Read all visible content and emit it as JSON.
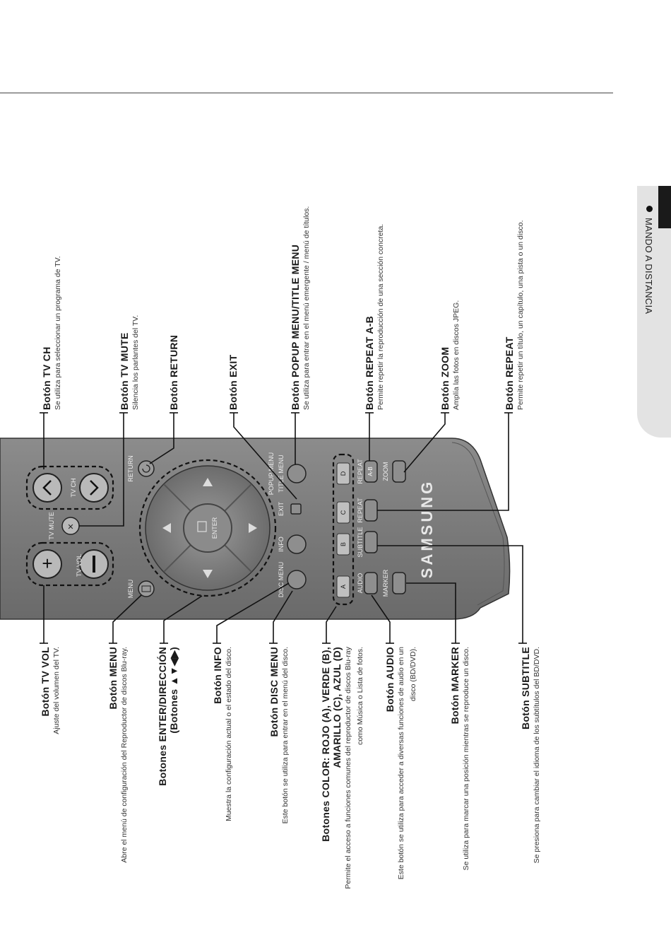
{
  "section": {
    "label": "MANDO A DISTANCIA"
  },
  "remote": {
    "brand": "SAMSUNG",
    "labels": {
      "tv_ch": "TV CH",
      "tv_vol": "TV VOL",
      "tv_mute": "TV MUTE",
      "menu": "MENU",
      "return": "RETURN",
      "enter": "ENTER",
      "info": "INFO",
      "exit": "EXIT",
      "disc_menu": "DISC MENU",
      "popup_menu": "POPUP MENU",
      "title_menu": "TITLE MENU",
      "a": "A",
      "b": "B",
      "c": "C",
      "d": "D",
      "audio": "AUDIO",
      "subtitle": "SUBTITLE",
      "repeat": "REPEAT",
      "repeat_ab": "REPEAT",
      "ab": "A-B",
      "zoom": "ZOOM",
      "marker": "MARKER"
    }
  },
  "callouts": {
    "tv_ch": {
      "title": "Botón TV CH",
      "desc": "Se utiliza para seleccionar un programa de TV."
    },
    "tv_mute": {
      "title": "Botón TV MUTE",
      "desc": "Silencia los parlantes del TV."
    },
    "return": {
      "title": "Botón RETURN",
      "desc": ""
    },
    "exit": {
      "title": "Botón EXIT",
      "desc": ""
    },
    "popup": {
      "title": "Botón POPUP MENU/TITLE MENU",
      "desc": "Se utiliza para entrar en el menú emergente / menú de títulos."
    },
    "repeat_ab": {
      "title": "Botón REPEAT A-B",
      "desc": "Permite repetir la reproducción de una sección concreta."
    },
    "zoom": {
      "title": "Botón ZOOM",
      "desc": "Amplía las fotos en discos JPEG."
    },
    "repeat": {
      "title": "Botón REPEAT",
      "desc": "Permite repetir un título, un capítulo, una pista o un disco."
    },
    "tv_vol": {
      "title": "Botón TV VOL",
      "desc": "Ajuste del volumen del TV."
    },
    "menu": {
      "title": "Botón MENU",
      "desc": "Abre el menú de configuración del Reproductor de discos Blu-ray."
    },
    "enter": {
      "title": "Botones ENTER/DIRECCIÓN",
      "title2": "(Botones ▲▼◀▶)"
    },
    "info": {
      "title": "Botón INFO",
      "desc": "Muestra la configuración actual o el estado del disco."
    },
    "disc_menu": {
      "title": "Botón DISC MENU",
      "desc": "Este botón se utiliza para entrar en el menú del disco."
    },
    "color": {
      "title": "Botones COLOR: ROJO (A), VERDE (B),",
      "title2": "AMARILLO (C), AZUL (D)",
      "desc": "Permite el acceso a funciones comunes del reproductor de discos Blu-ray como Música o Lista de fotos."
    },
    "audio": {
      "title": "Botón AUDIO",
      "desc": "Este botón se utiliza para acceder a diversas funciones de audio en un disco (BD/DVD)."
    },
    "marker": {
      "title": "Botón MARKER",
      "desc": "Se utiliza para marcar una posición mientras se reproduce un disco."
    },
    "subtitle": {
      "title": "Botón SUBTITLE",
      "desc": "Se presiona para cambiar el idioma de los subtítulos del BD/DVD."
    }
  }
}
